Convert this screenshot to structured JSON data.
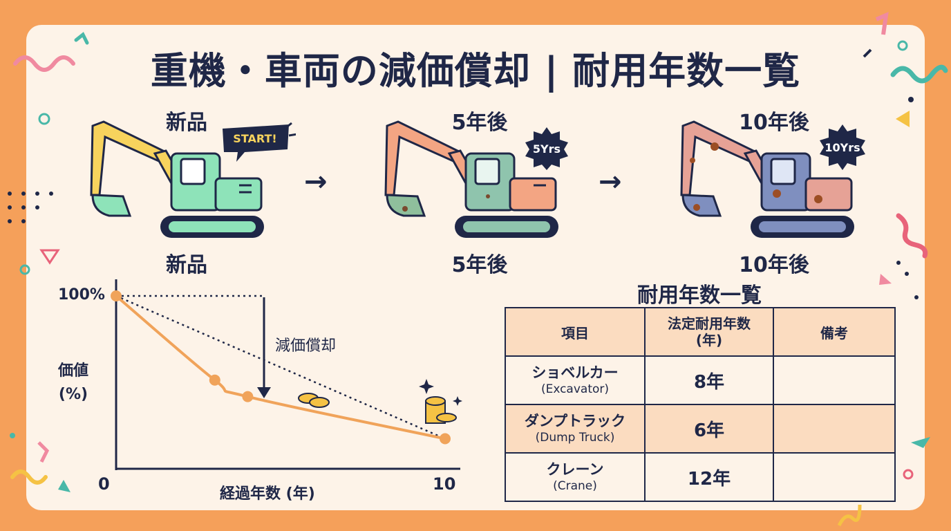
{
  "title": "重機・車両の減価償却 | 耐用年数一覧",
  "stages": [
    {
      "label_top": "新品",
      "label_bottom": "新品",
      "badge": "START!"
    },
    {
      "label_top": "5年後",
      "label_bottom": "5年後",
      "badge": "5Yrs"
    },
    {
      "label_top": "10年後",
      "label_bottom": "10年後",
      "badge": "10Yrs"
    }
  ],
  "arrow_glyph": "→",
  "chart_data": {
    "type": "line",
    "x": [
      0,
      3,
      4,
      10
    ],
    "y": [
      100,
      44,
      33,
      5
    ],
    "reference_line": {
      "x": [
        0,
        10
      ],
      "y": [
        100,
        5
      ],
      "style": "dotted"
    },
    "y_top_tick": "100%",
    "x_ticks": [
      "0",
      "10"
    ],
    "ylabel": "価値\n(%)",
    "xlabel": "経過年数 (年)",
    "annotation": "減価償却",
    "xlim": [
      0,
      10
    ],
    "ylim": [
      -15,
      100
    ],
    "colors": {
      "line": "#f0a35a",
      "point": "#f0a35a",
      "axis": "#1f2747"
    }
  },
  "table": {
    "title": "耐用年数一覧",
    "headers": [
      "項目",
      "法定耐用年数\n(年)",
      "備考"
    ],
    "rows": [
      {
        "item_jp": "ショベルカー",
        "item_en": "(Excavator)",
        "years": "8年",
        "note": ""
      },
      {
        "item_jp": "ダンプトラック",
        "item_en": "(Dump Truck)",
        "years": "6年",
        "note": ""
      },
      {
        "item_jp": "クレーン",
        "item_en": "(Crane)",
        "years": "12年",
        "note": ""
      }
    ]
  },
  "colors": {
    "background": "#f5a05a",
    "card": "#fdf3e8",
    "ink": "#1f2747",
    "table_header": "#fbdcc0",
    "excavator_new": "#8ee3b9",
    "arm_new": "#f7d35d"
  },
  "icons": [
    "arrow-right-icon",
    "coins-icon",
    "sparkle-icon",
    "excavator-icon",
    "confetti-icon"
  ]
}
